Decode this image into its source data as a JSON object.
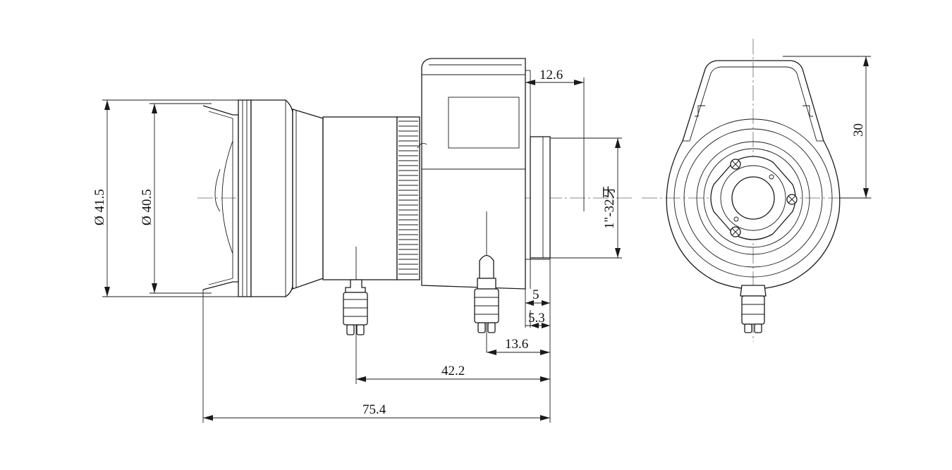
{
  "dimensions": {
    "dia_outer": "Ø 41.5",
    "dia_inner": "Ø 40.5",
    "flange_offset": "12.6",
    "thread": "1\"-32牙",
    "mount_5": "5",
    "mount_5_3": "5.3",
    "iris_plug_13_6": "13.6",
    "zoom_plug_42_2": "42.2",
    "total_length": "75.4",
    "height_30": "30"
  }
}
